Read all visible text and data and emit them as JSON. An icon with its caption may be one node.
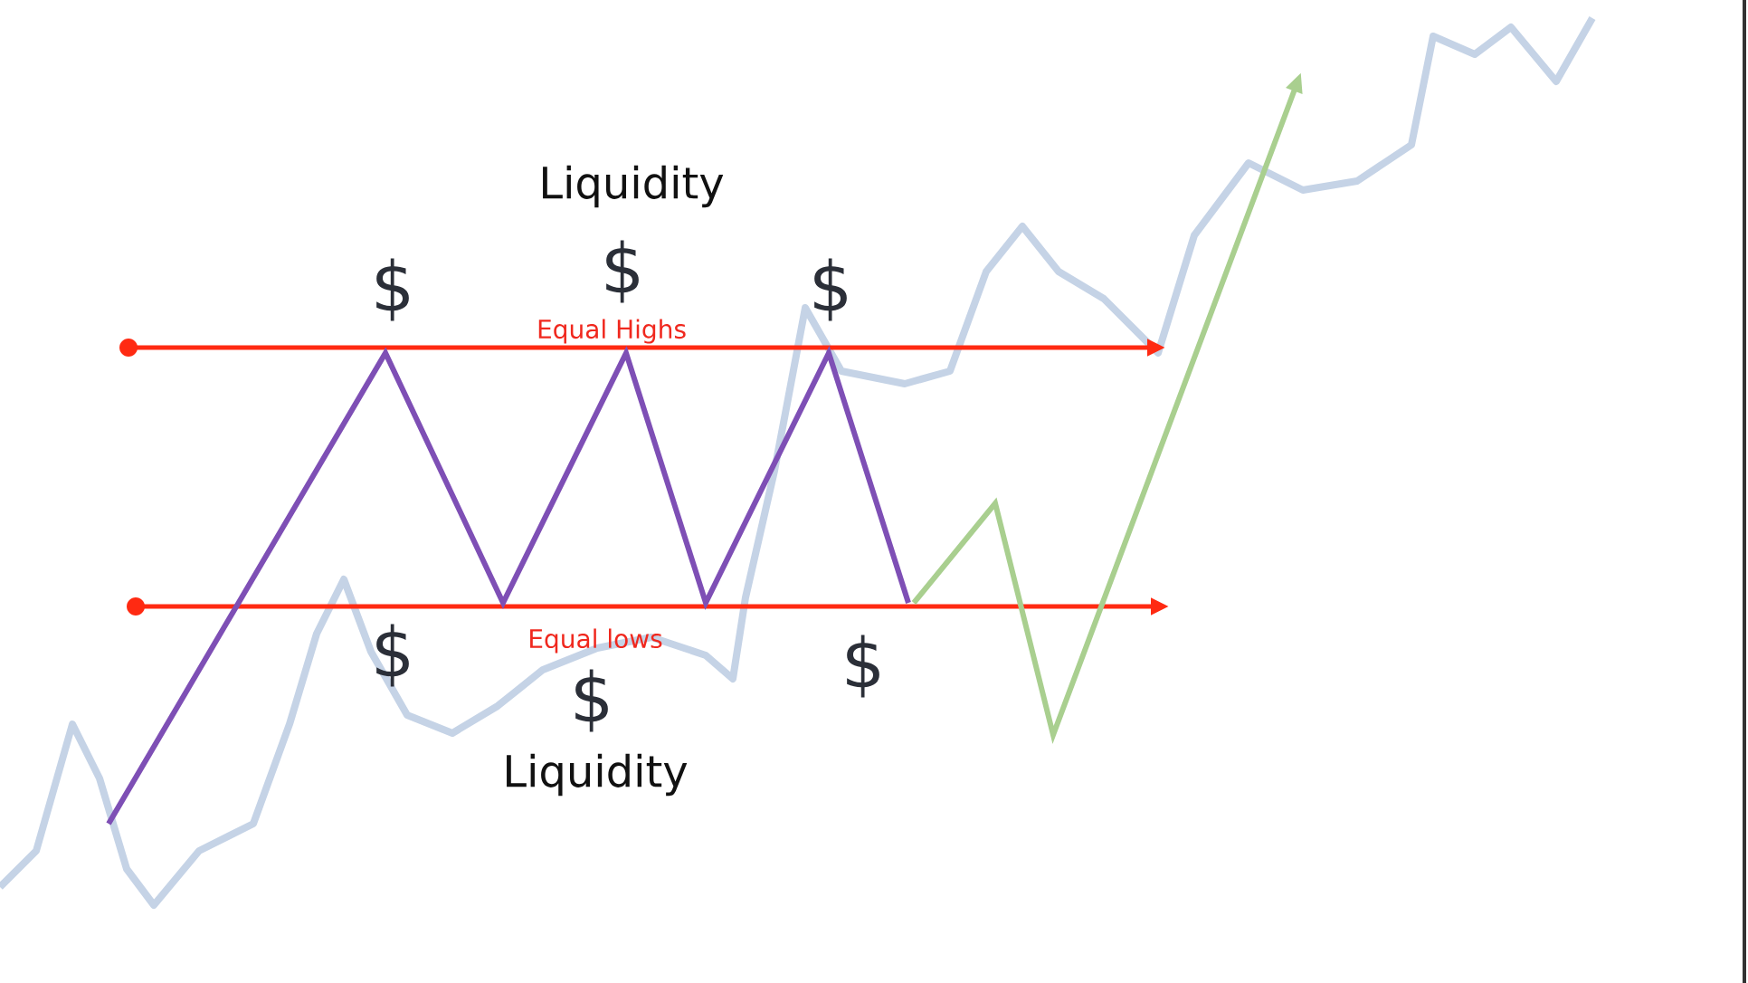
{
  "diagram": {
    "labels": [
      "Liquidity",
      "$",
      "$",
      "$",
      "Equal Highs",
      "Equal lows",
      "$",
      "$",
      "$",
      "Liquidity"
    ]
  }
}
